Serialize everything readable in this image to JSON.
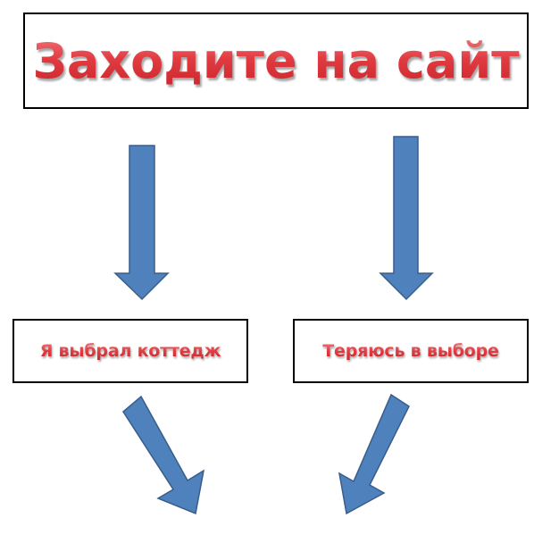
{
  "diagram": {
    "top_box": {
      "label": "Заходите на сайт"
    },
    "left_box": {
      "label": "Я выбрал коттедж"
    },
    "right_box": {
      "label": "Теряюсь в выборе"
    },
    "colors": {
      "label_red": "#e0383e",
      "arrow_fill": "#4f81bd",
      "arrow_stroke": "#385d8a",
      "box_border": "#000000"
    }
  }
}
